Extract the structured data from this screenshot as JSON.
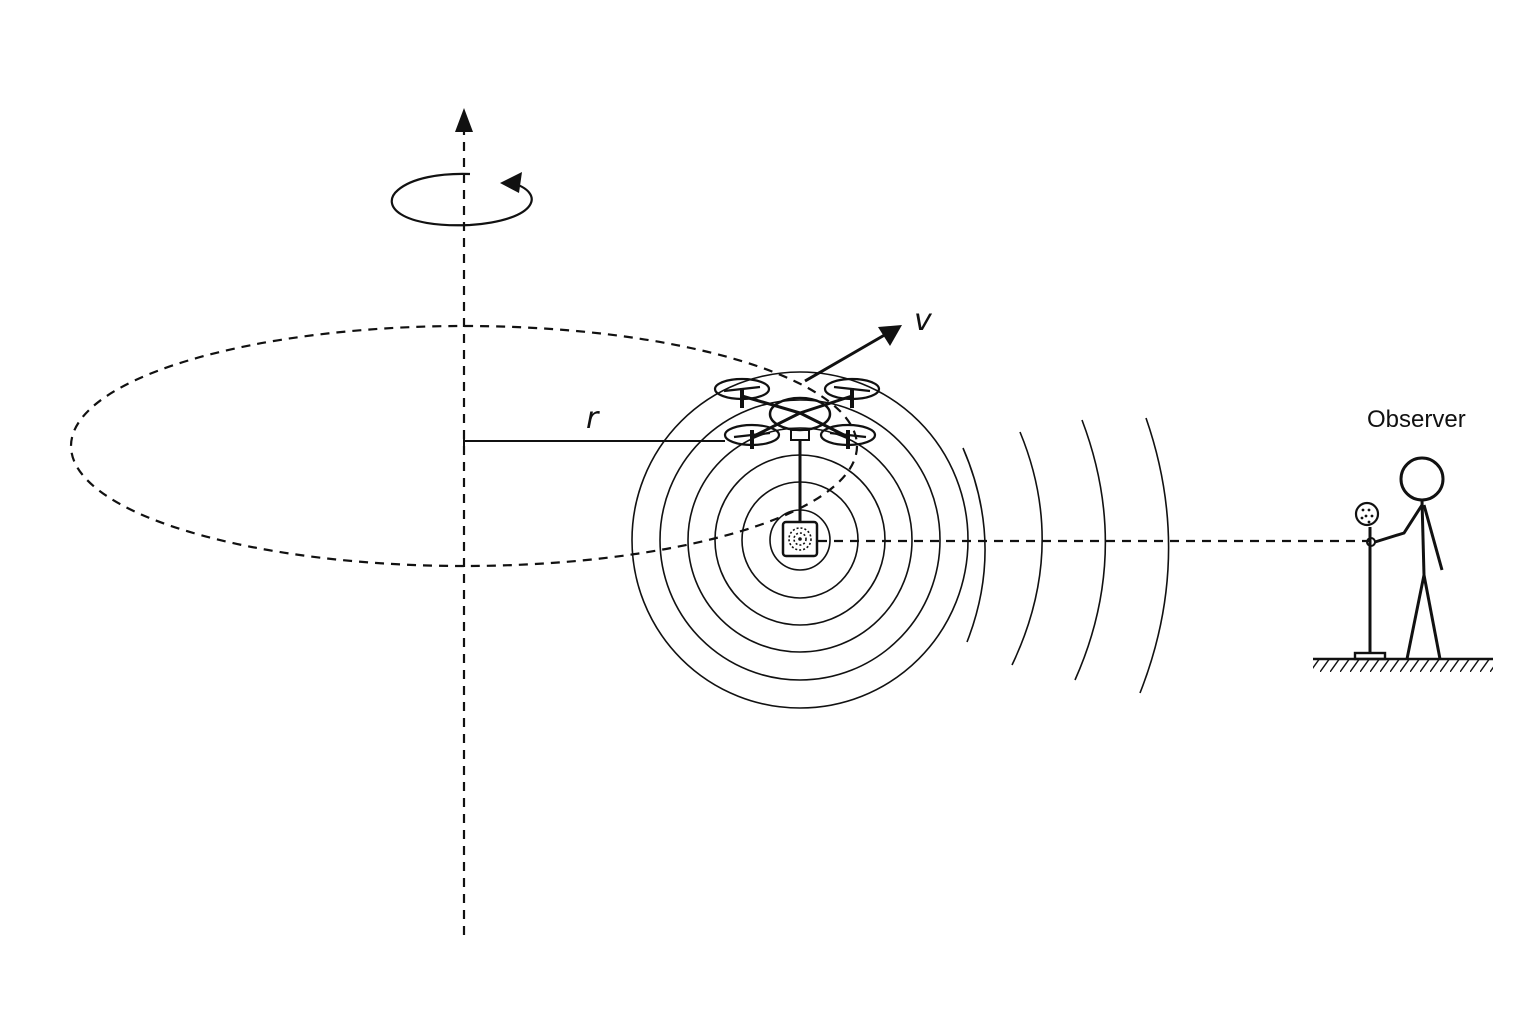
{
  "labels": {
    "velocity": "v",
    "radius": "r",
    "observer": "Observer"
  },
  "colors": {
    "ink": "#111111",
    "background": "#ffffff"
  },
  "icons": {
    "drone": "quadcopter-icon",
    "speaker": "loudspeaker-icon",
    "microphone": "microphone-icon",
    "person": "stick-figure-icon",
    "rotation": "rotation-arrow-icon"
  }
}
